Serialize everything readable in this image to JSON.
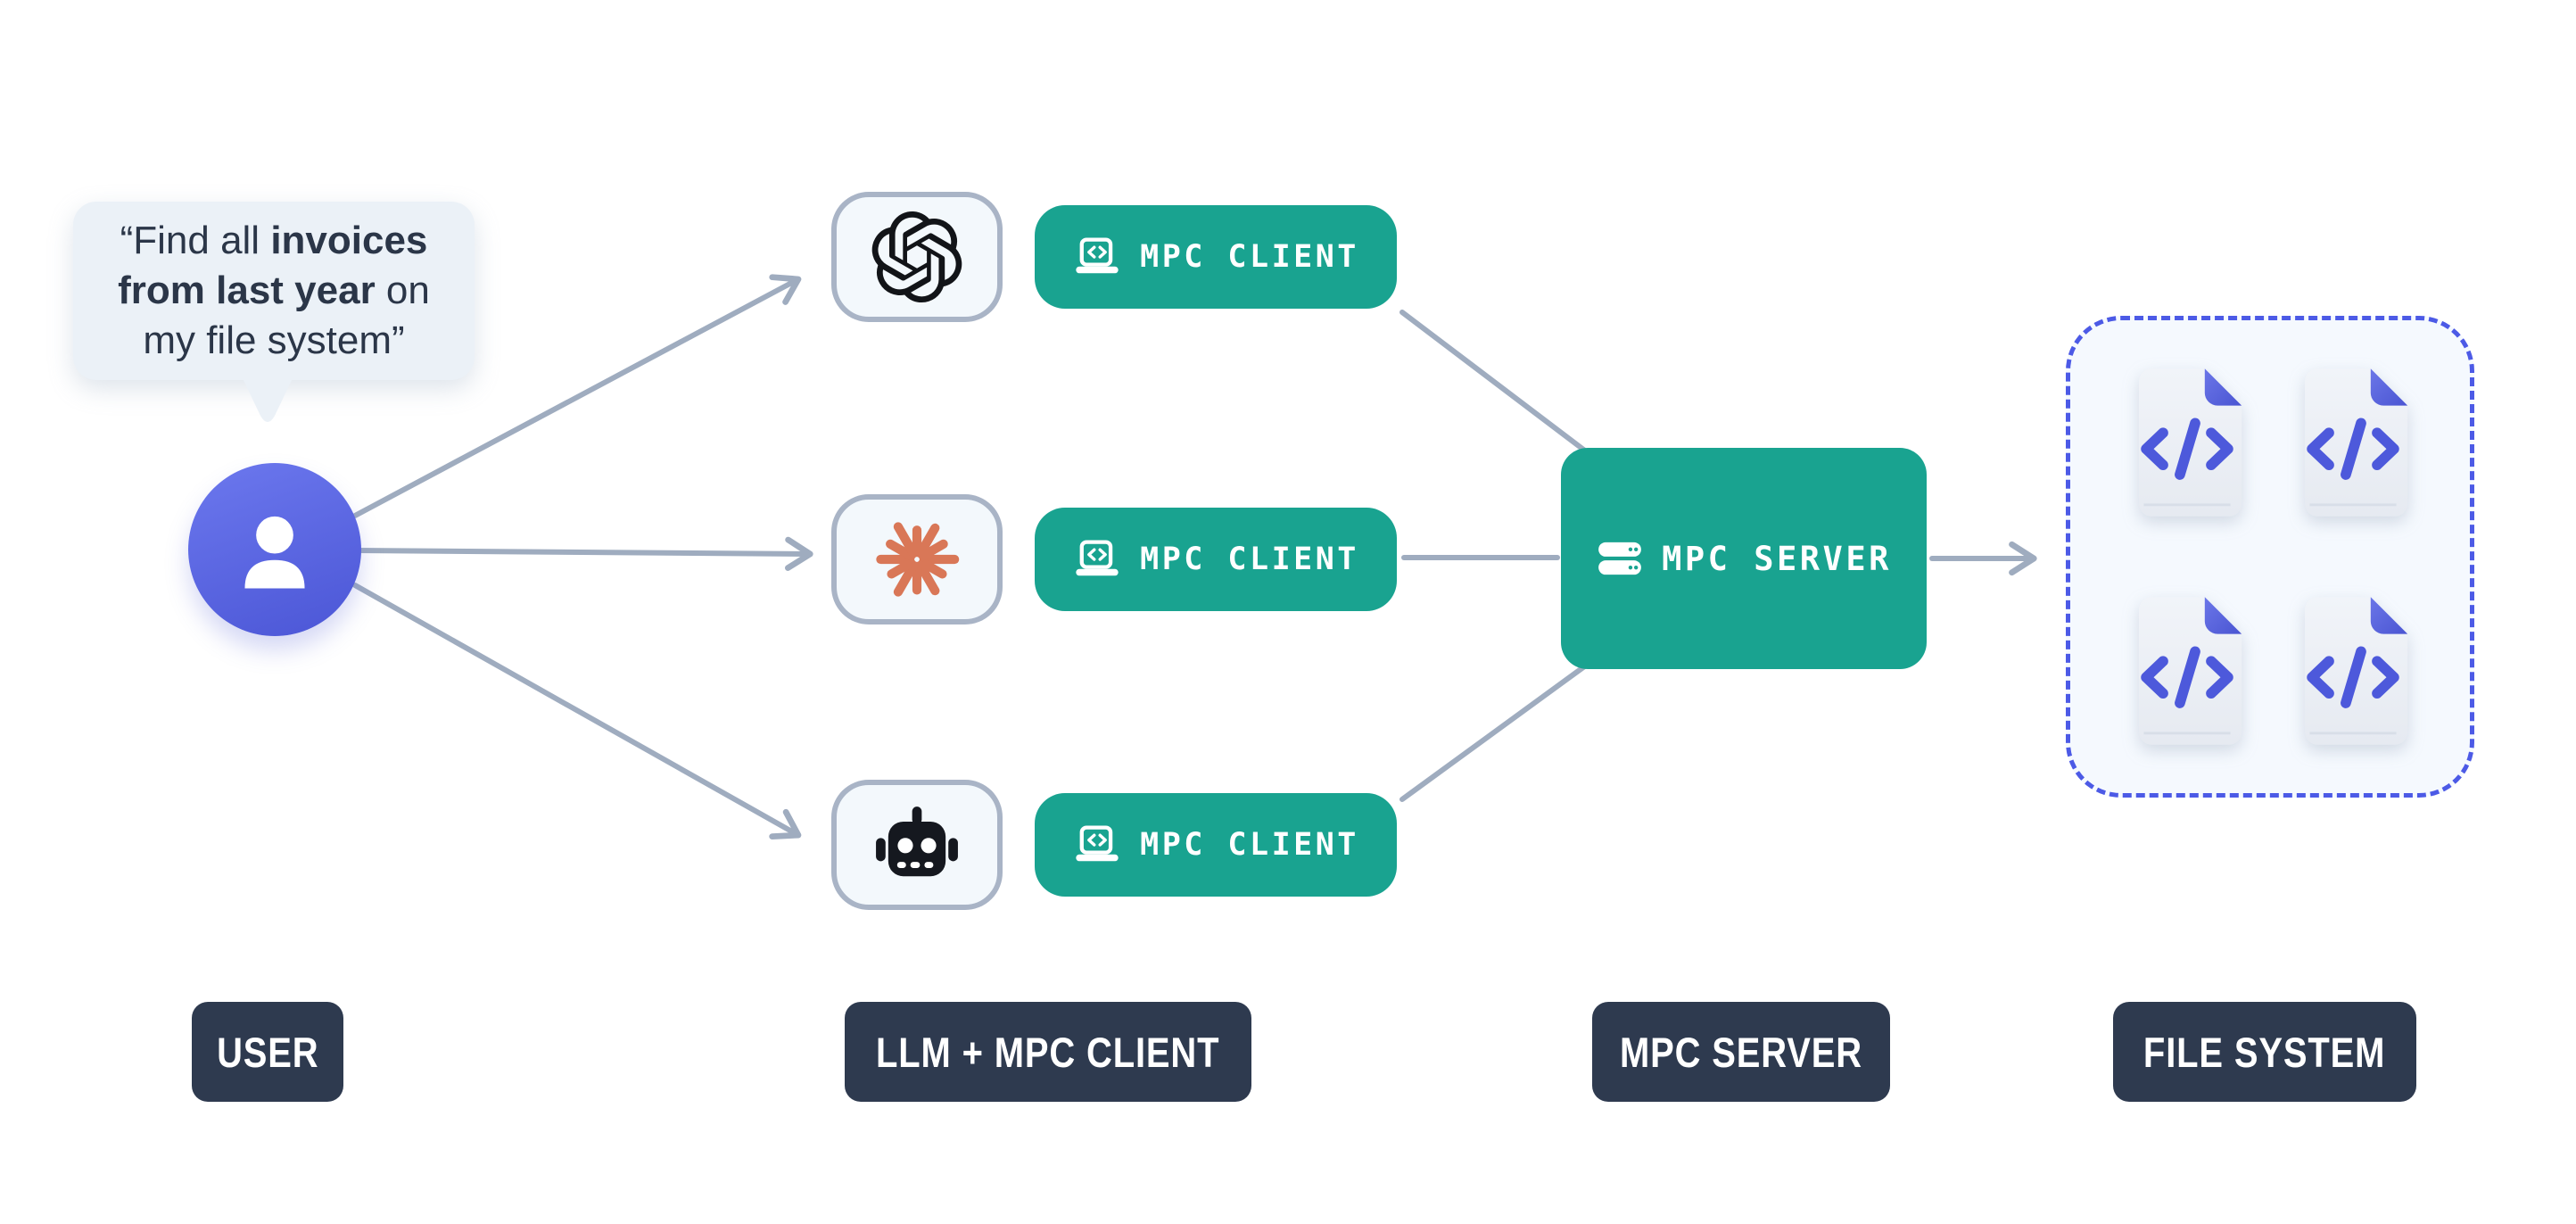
{
  "speech_bubble": {
    "text_prefix": "“Find all ",
    "text_bold": "invoices from last year",
    "text_suffix": " on my file system”"
  },
  "clients": [
    {
      "provider_icon": "openai-logo-icon",
      "label": "MPC CLIENT"
    },
    {
      "provider_icon": "anthropic-spark-icon",
      "label": "MPC CLIENT"
    },
    {
      "provider_icon": "robot-icon",
      "label": "MPC CLIENT"
    }
  ],
  "server": {
    "label": "MPC SERVER"
  },
  "file_system": {
    "file_icon": "code-file-icon",
    "file_count": 4
  },
  "column_labels": [
    {
      "label": "USER"
    },
    {
      "label": "LLM + MPC CLIENT"
    },
    {
      "label": "MPC SERVER"
    },
    {
      "label": "FILE SYSTEM"
    }
  ],
  "colors": {
    "teal": "#19A390",
    "arrow_gray": "#9FACBF",
    "dark_label_bg": "#2E3A4F",
    "avatar_purple": "#5A66E0",
    "indigo_accent": "#4D59DB",
    "bubble_bg": "#EBF1F7",
    "text_dark": "#2B3648",
    "square_border": "#A9B4C6",
    "square_bg": "#F3F8FC",
    "fs_dashed_border": "#4C5AE6",
    "fs_bg": "#F5F9FE",
    "claude_orange": "#D97757"
  }
}
